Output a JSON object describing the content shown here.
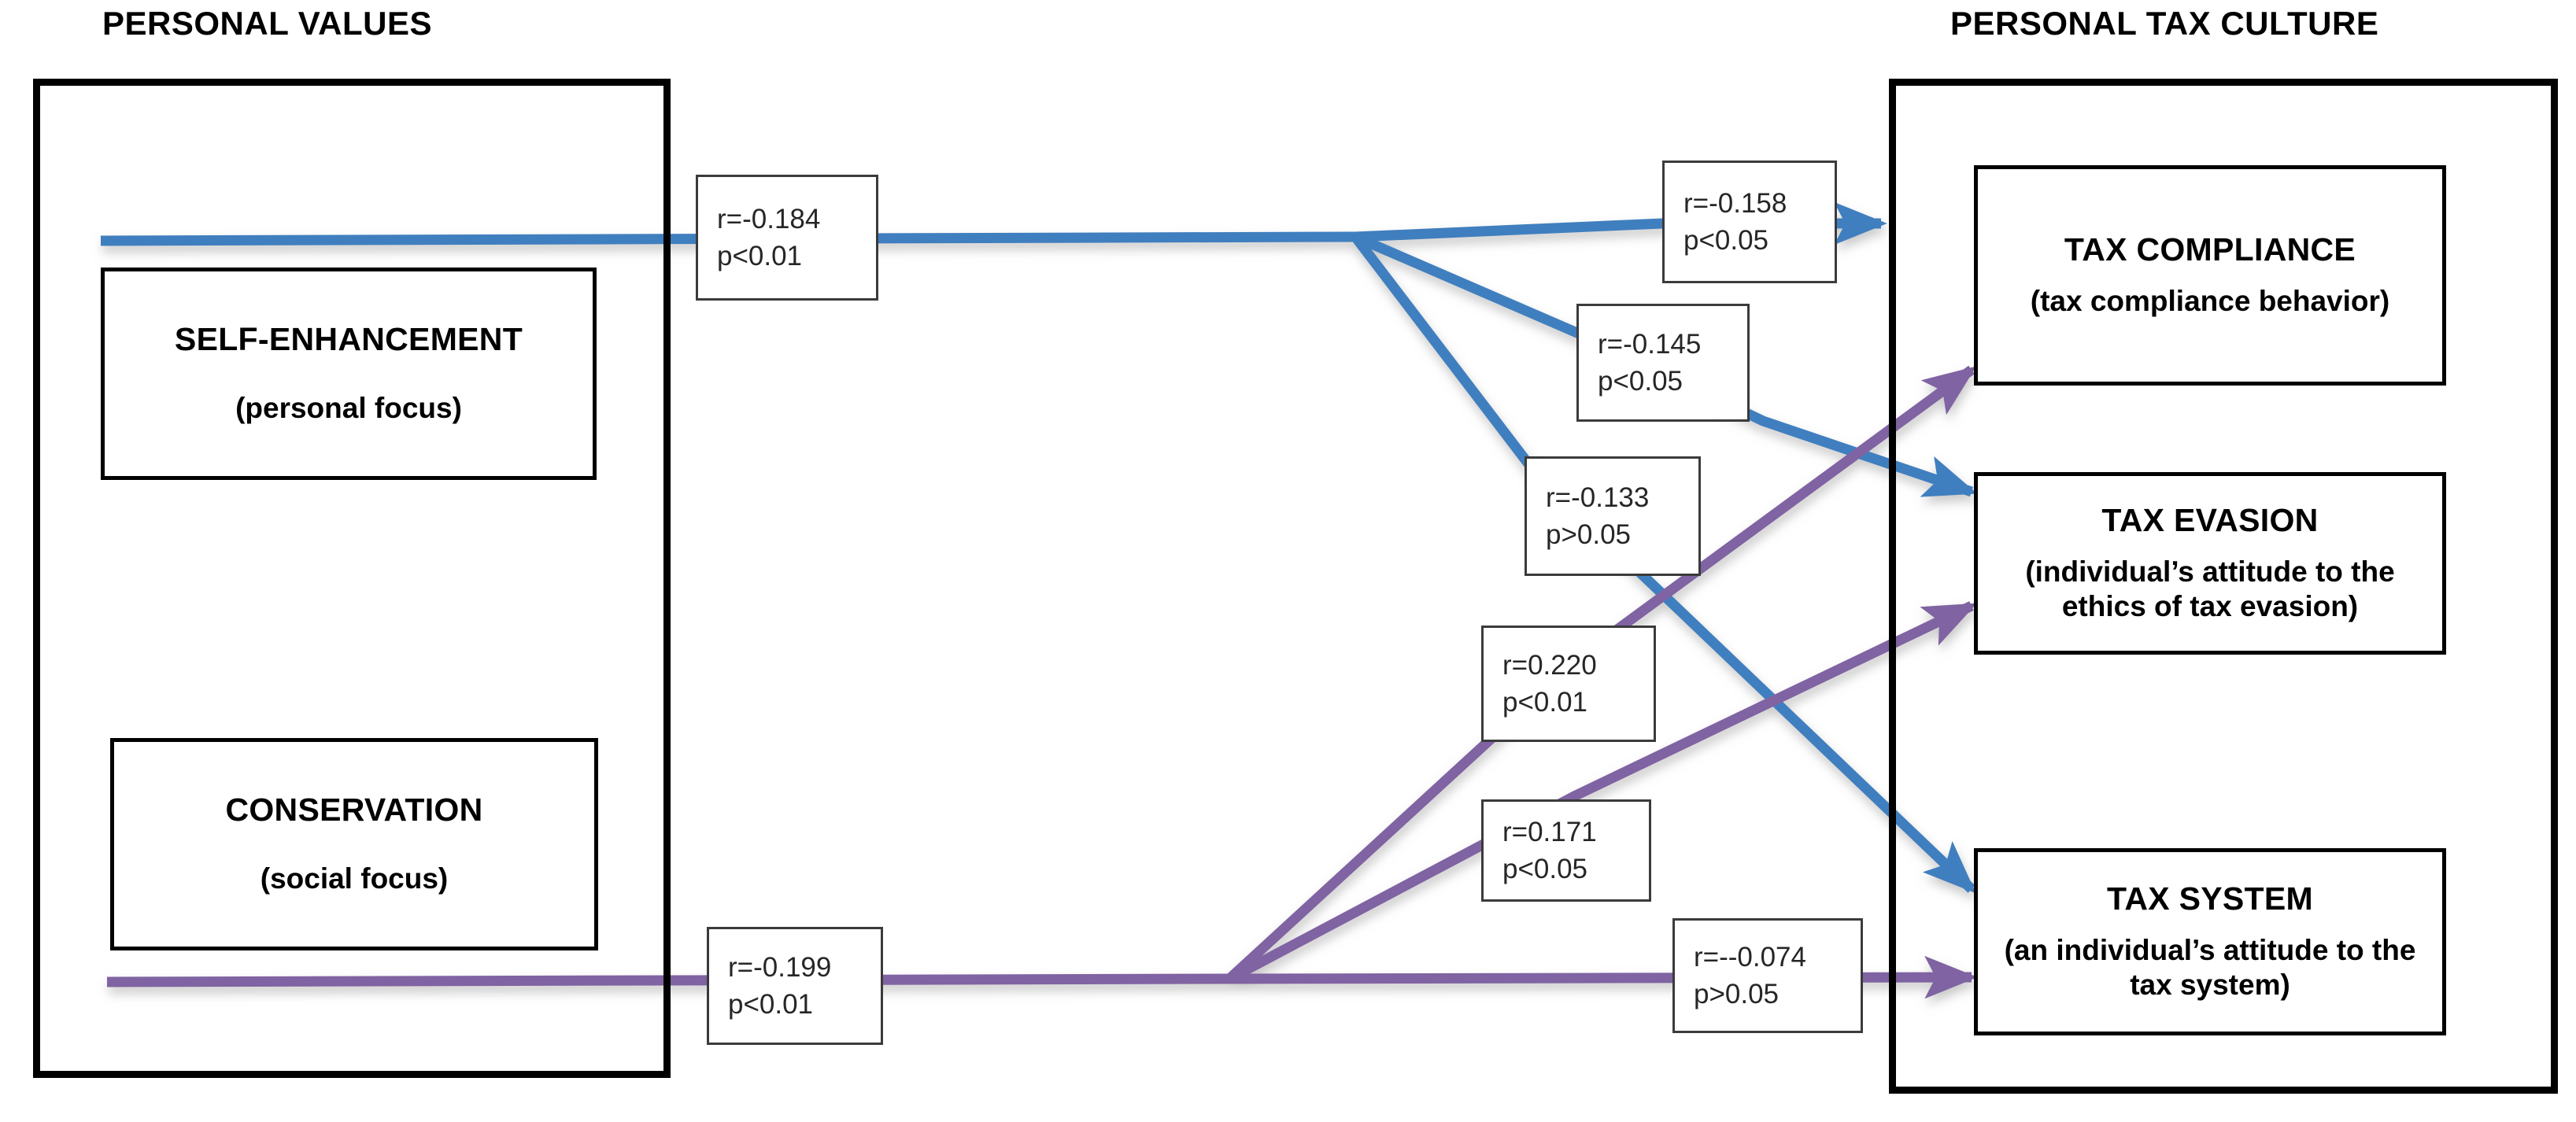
{
  "diagram": {
    "title_left": "PERSONAL VALUES",
    "title_right": "PERSONAL TAX CULTURE",
    "colors": {
      "blue": "#3f7fbf",
      "purple": "#8064a2",
      "border": "#000000",
      "label_border": "#3b3b3b",
      "background": "#ffffff"
    }
  },
  "left_group": {
    "title": "PERSONAL VALUES",
    "boxes": [
      {
        "name": "self-enhancement",
        "line1": "SELF-ENHANCEMENT",
        "line2": "(personal focus)"
      },
      {
        "name": "conservation",
        "line1": "CONSERVATION",
        "line2": "(social focus)"
      }
    ]
  },
  "right_group": {
    "title": "PERSONAL TAX CULTURE",
    "boxes": [
      {
        "name": "tax-compliance",
        "line1": "TAX COMPLIANCE",
        "line2": "(tax compliance behavior)"
      },
      {
        "name": "tax-evasion",
        "line1": "TAX EVASION",
        "line2": "(individual’s attitude to the ethics of tax evasion)"
      },
      {
        "name": "tax-system",
        "line1": "TAX SYSTEM",
        "line2": "(an individual’s attitude to the tax system)"
      }
    ]
  },
  "edge_labels": [
    {
      "id": "self-enhancement-origin",
      "r": "r=-0.184",
      "p": "p<0.01"
    },
    {
      "id": "self-enhancement-to-compliance",
      "r": "r=-0.158",
      "p": "p<0.05"
    },
    {
      "id": "self-enhancement-to-evasion",
      "r": "r=-0.145",
      "p": "p<0.05"
    },
    {
      "id": "self-enhancement-to-system",
      "r": "r=-0.133",
      "p": "p>0.05"
    },
    {
      "id": "conservation-to-compliance",
      "r": "r=0.220",
      "p": "p<0.01"
    },
    {
      "id": "conservation-to-evasion",
      "r": "r=0.171",
      "p": "p<0.05"
    },
    {
      "id": "conservation-to-system",
      "r": "r=--0.074",
      "p": "p>0.05"
    },
    {
      "id": "conservation-origin",
      "r": "r=-0.199",
      "p": "p<0.01"
    }
  ],
  "chart_data": {
    "type": "diagram",
    "title": "Relationship between personal values and personal tax culture",
    "nodes": [
      {
        "id": "self-enhancement",
        "group": "PERSONAL VALUES",
        "label": "SELF-ENHANCEMENT (personal focus)"
      },
      {
        "id": "conservation",
        "group": "PERSONAL VALUES",
        "label": "CONSERVATION (social focus)"
      },
      {
        "id": "tax-compliance",
        "group": "PERSONAL TAX CULTURE",
        "label": "TAX COMPLIANCE (tax compliance behavior)"
      },
      {
        "id": "tax-evasion",
        "group": "PERSONAL TAX CULTURE",
        "label": "TAX EVASION (individual’s attitude to the ethics of tax evasion)"
      },
      {
        "id": "tax-system",
        "group": "PERSONAL TAX CULTURE",
        "label": "TAX SYSTEM (an individual’s attitude to the tax system)"
      }
    ],
    "edges": [
      {
        "from": "self-enhancement",
        "to": "tax-compliance",
        "r": -0.158,
        "p": "p<0.05",
        "color": "#3f7fbf"
      },
      {
        "from": "self-enhancement",
        "to": "tax-evasion",
        "r": -0.145,
        "p": "p<0.05",
        "color": "#3f7fbf"
      },
      {
        "from": "self-enhancement",
        "to": "tax-system",
        "r": -0.133,
        "p": "p>0.05",
        "color": "#3f7fbf"
      },
      {
        "from": "conservation",
        "to": "tax-compliance",
        "r": 0.22,
        "p": "p<0.01",
        "color": "#8064a2"
      },
      {
        "from": "conservation",
        "to": "tax-evasion",
        "r": 0.171,
        "p": "p<0.05",
        "color": "#8064a2"
      },
      {
        "from": "conservation",
        "to": "tax-system",
        "r": -0.074,
        "p": "p>0.05",
        "color": "#8064a2"
      }
    ],
    "trunk_labels": [
      {
        "node": "self-enhancement",
        "r": -0.184,
        "p": "p<0.01"
      },
      {
        "node": "conservation",
        "r": -0.199,
        "p": "p<0.01"
      }
    ]
  }
}
